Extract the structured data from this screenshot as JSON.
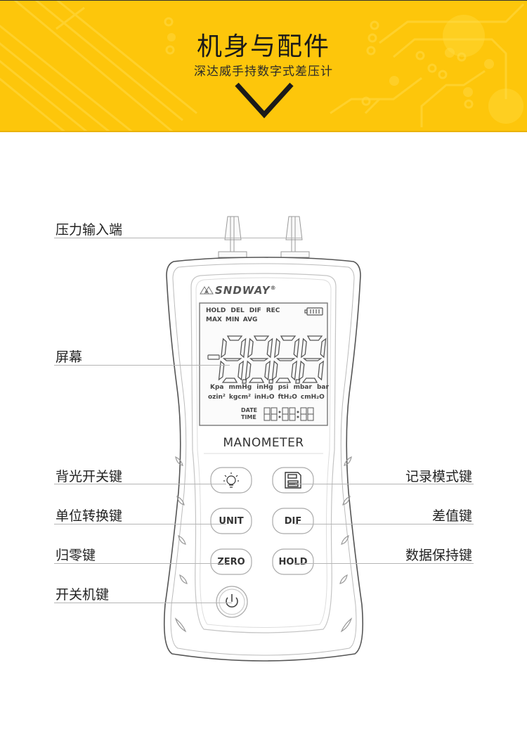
{
  "banner": {
    "title": "机身与配件",
    "subtitle": "深达威手持数字式差压计",
    "chevron_icon": "chevron-down-icon",
    "background_color": "#fdc60b"
  },
  "device": {
    "brand": "SNDWAY",
    "brand_mark": "®",
    "model_label": "MANOMETER",
    "lcd": {
      "indicators_row1": [
        "HOLD",
        "DEL",
        "DIF",
        "REC"
      ],
      "indicators_row2": [
        "MAX",
        "MIN",
        "AVG"
      ],
      "battery_icon": "battery-icon",
      "main_reading": "-8.8.8.8",
      "units_row1": [
        "Kpa",
        "mmHg",
        "inHg",
        "psi",
        "mbar",
        "bar"
      ],
      "units_row2": [
        "ozin²",
        "kgcm²",
        "inH₂O",
        "ftH₂O",
        "cmH₂O"
      ],
      "date_label": "DATE",
      "time_label": "TIME",
      "datetime_reading": "88:88:88"
    },
    "buttons": {
      "backlight": {
        "icon": "lightbulb-icon"
      },
      "record": {
        "icon": "save-icon"
      },
      "unit": {
        "label": "UNIT"
      },
      "dif": {
        "label": "DIF"
      },
      "zero": {
        "label": "ZERO"
      },
      "hold": {
        "label": "HOLD"
      },
      "power": {
        "icon": "power-icon"
      }
    }
  },
  "callouts": {
    "left": [
      {
        "id": "pressure-input",
        "text": "压力输入端"
      },
      {
        "id": "screen",
        "text": "屏幕"
      },
      {
        "id": "backlight",
        "text": "背光开关键"
      },
      {
        "id": "unit",
        "text": "单位转换键"
      },
      {
        "id": "zero",
        "text": "归零键"
      },
      {
        "id": "power",
        "text": "开关机键"
      }
    ],
    "right": [
      {
        "id": "record",
        "text": "记录模式键"
      },
      {
        "id": "dif",
        "text": "差值键"
      },
      {
        "id": "hold",
        "text": "数据保持键"
      }
    ]
  }
}
